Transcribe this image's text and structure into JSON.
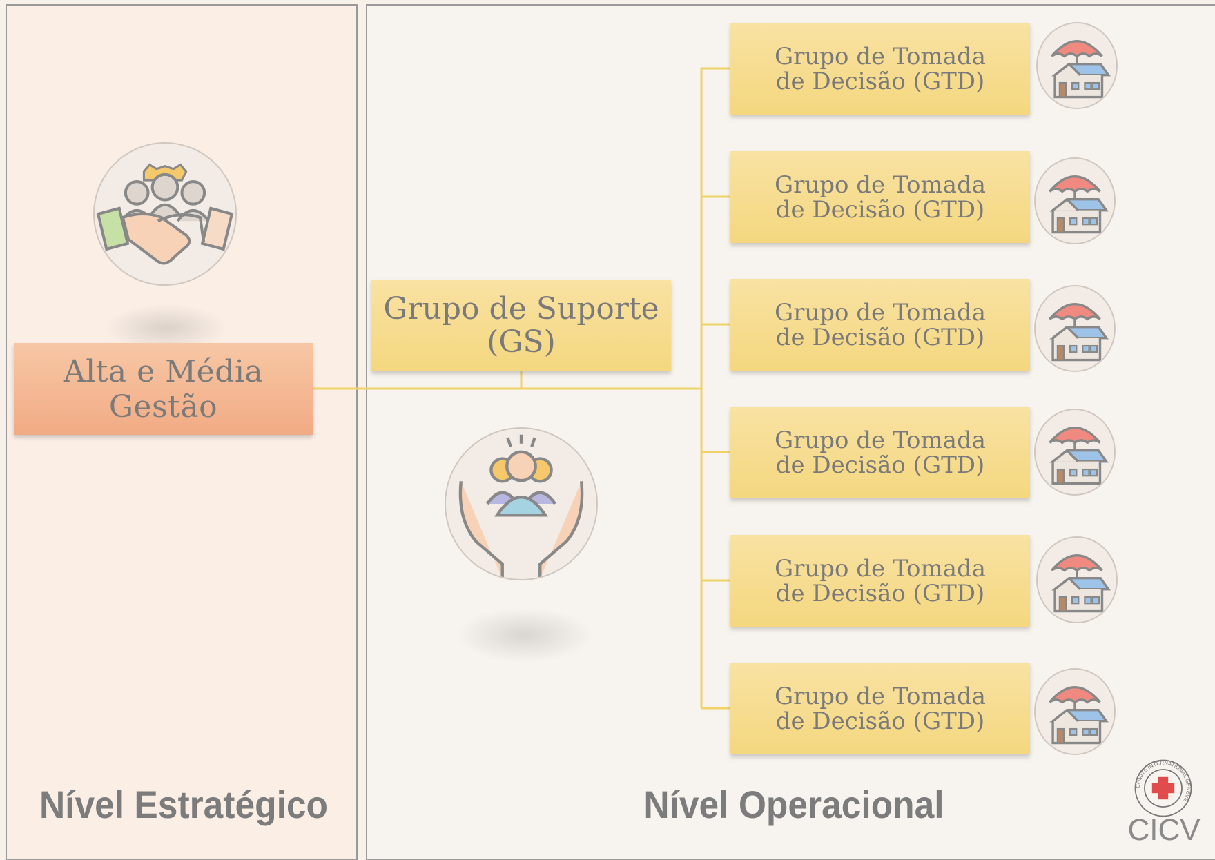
{
  "levels": {
    "strategic": "Nível Estratégico",
    "operational": "Nível Operacional"
  },
  "management_box": {
    "label": "Alta e Média Gestão"
  },
  "support_box": {
    "label": "Grupo de Suporte (GS)"
  },
  "decision_groups": [
    {
      "label": "Grupo de Tomada de Decisão (GTD)"
    },
    {
      "label": "Grupo de Tomada de Decisão (GTD)"
    },
    {
      "label": "Grupo de Tomada de Decisão (GTD)"
    },
    {
      "label": "Grupo de Tomada de Decisão (GTD)"
    },
    {
      "label": "Grupo de Tomada de Decisão (GTD)"
    },
    {
      "label": "Grupo de Tomada de Decisão (GTD)"
    }
  ],
  "logo": {
    "text": "CICV",
    "ring_text": "COMITÉ INTERNATIONAL GENÈVE"
  },
  "icons": {
    "strategic": "handshake-team-icon",
    "support": "care-hands-team-icon",
    "gtd": "umbrella-house-icon",
    "logo": "red-cross-icon"
  },
  "colors": {
    "connector": "#f1d268",
    "management_box": "#f2ae86",
    "gtd_box": "#f6d984",
    "red_cross": "#e24b4b"
  }
}
